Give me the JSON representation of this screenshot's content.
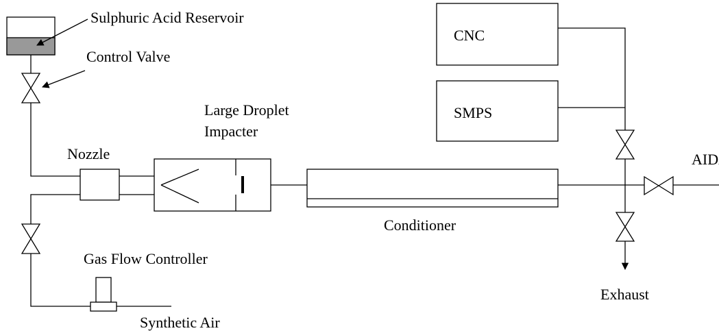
{
  "labels": {
    "reservoir": "Sulphuric Acid Reservoir",
    "control_valve": "Control Valve",
    "large_droplet_line1": "Large Droplet",
    "large_droplet_line2": "Impacter",
    "nozzle": "Nozzle",
    "cnc": "CNC",
    "smps": "SMPS",
    "aida": "AIDA",
    "conditioner": "Conditioner",
    "gas_flow_controller": "Gas Flow Controller",
    "synthetic_air": "Synthetic Air",
    "exhaust": "Exhaust"
  },
  "colors": {
    "line": "#000000",
    "acid_fill": "#999999",
    "background": "#ffffff"
  }
}
